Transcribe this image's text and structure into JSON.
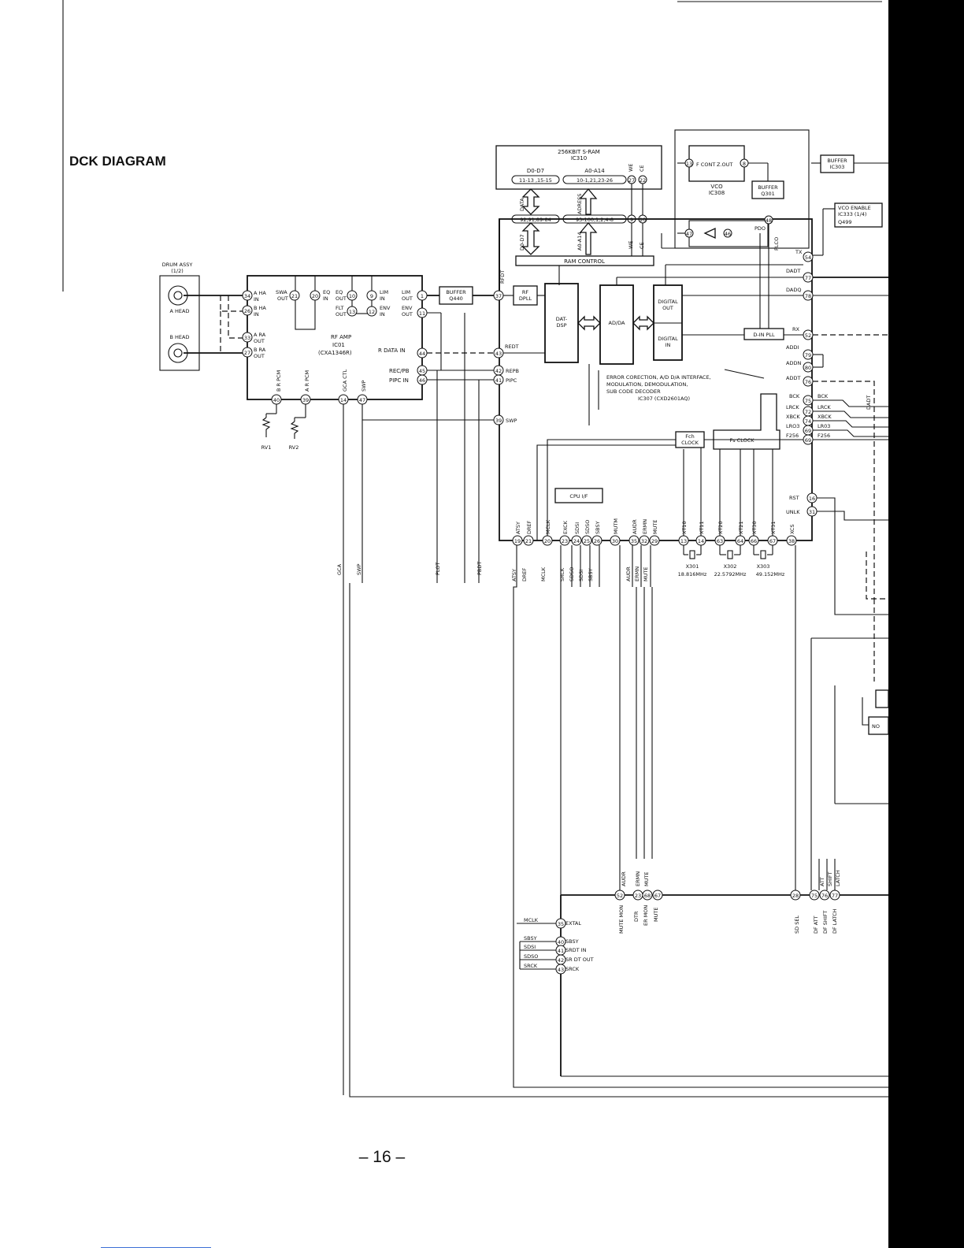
{
  "title": "DCK DIAGRAM",
  "page_number": "– 16 –",
  "blocks": {
    "sram": {
      "name": "256KBIT  S-RAM",
      "ic": "IC310",
      "data": "D0-D7",
      "data_pins": "11-13 ,15-15",
      "addr": "A0-A14",
      "addr_pins": "10-1,21,23-26",
      "we": "WE",
      "ce": "CE",
      "we_pin": "27",
      "ce_pin": "22"
    },
    "vco": {
      "name": "VCO",
      "ic": "IC308",
      "fcont": "F CONT",
      "zout": "Z.OUT",
      "pin_fc": "13",
      "pin_z": "8"
    },
    "buffer_q301": {
      "name": "BUFFER",
      "ic": "Q301"
    },
    "buffer_ic303": {
      "name": "BUFFER",
      "ic": "IC303"
    },
    "vco_enable": {
      "name": "VCO ENABLE",
      "ic": "IC333 (1/4)",
      "q": "Q499"
    },
    "ram_control": {
      "name": "RAM  CONTROL"
    },
    "drum": {
      "name": "DRUM ASSY",
      "sub": "(1/2)",
      "a_head": "A HEAD",
      "b_head": "B HEAD"
    },
    "rf_amp": {
      "name": "RF  AMP",
      "ic": "IC01",
      "part": "(CXA1346R)"
    },
    "buffer_q440": {
      "name": "BUFFER",
      "ic": "Q440"
    },
    "rf_dpll": {
      "name": "RF",
      "sub": "DPLL"
    },
    "dat_dsp": {
      "name": "DAT-",
      "sub": "DSP"
    },
    "ad_da": {
      "name": "AD/DA"
    },
    "digital_out": {
      "name": "DIGITAL",
      "sub": "OUT"
    },
    "digital_in": {
      "name": "DIGITAL",
      "sub": "IN"
    },
    "d_in_pll": {
      "name": "D-IN  PLL"
    },
    "main_ic": {
      "line1": "ERROR  CORECTION, A/D D/A  INTERFACE,",
      "line2": "MODULATION, DEMODULATION,",
      "line3": "SUB  CODE  DECODER",
      "line4": "IC307 (CXD2601AQ)"
    },
    "fch_clock": {
      "name": "Fch",
      "sub": "CLOCK"
    },
    "fs_clock": {
      "name": "Fs  CLOCK"
    },
    "cpu_if": {
      "name": "CPU  I/F"
    }
  },
  "crystals": [
    {
      "name": "X301",
      "freq": "18.816MHz"
    },
    {
      "name": "X302",
      "freq": "22.5792MHz"
    },
    {
      "name": "X303",
      "freq": "49.152MHz"
    }
  ],
  "labels": {
    "aha_in": "A HA",
    "in": "IN",
    "bha_in": "B HA",
    "ara_out": "A RA",
    "out": "OUT",
    "bra_out": "B RA",
    "swa_out": "SWA",
    "eq_in": "EQ",
    "eq_out": "EQ",
    "flt_out": "FLT",
    "lim_in": "LIM",
    "env_in": "ENV",
    "lim_out": "LIM",
    "env_out": "ENV",
    "r_data_in": "R DATA  IN",
    "rec_pb": "REC/PB",
    "pipc_in": "PIPC  IN",
    "b_r_pcm": "B R PCM",
    "a_r_pcm": "A R PCM",
    "gca_ctl": "GCA CTL",
    "swp": "SWP",
    "rv1": "RV1",
    "rv2": "RV2",
    "rfdt": "RFDT",
    "redt": "REDT",
    "repb": "REPB",
    "pipc": "PIPC",
    "swp2": "SWP",
    "data": "DATA",
    "adress": "ADRESS",
    "d0d7": "D0-D7",
    "a0a14": "A0-A14",
    "we": "WE",
    "ce": "CE",
    "dsp_data_pins": "92,91,89-84",
    "dsp_addr_pins": "93-100,1,2,4-8",
    "pdo": "PDO",
    "plco": "PLCO",
    "tx": "TX",
    "dadt": "DADT",
    "dadq": "DADQ",
    "rx": "RX",
    "addi": "ADDI",
    "addn": "ADDN",
    "addt": "ADDT",
    "bck": "BCK",
    "lrck": "LRCK",
    "xbck": "XBCK",
    "lro3": "LRO3",
    "f256": "F256",
    "bck2": "BCK",
    "lrck2": "LRCK",
    "xbck2": "XBCK",
    "lro32": "LR03",
    "f2562": "F256",
    "rst": "RST",
    "unlk": "UNLK",
    "atsy": "ATSY",
    "dref": "DREF",
    "mclk": "MCLK",
    "exck": "EXCK",
    "sdsi": "SDSI",
    "sdso": "SDSO",
    "sbsy": "SBSY",
    "mutm": "MUTM",
    "audr": "AUDR",
    "ermn": "ERMN",
    "mute": "MUTE",
    "xt10": "XT10",
    "xt11": "XT11",
    "xt20": "XT20",
    "xt21": "XT21",
    "xt30": "XT30",
    "xt31": "XT31",
    "xcs": "XCS",
    "gca": "GCA",
    "swp3": "SWP",
    "plot": "PLOT",
    "pbdt": "PBDT",
    "atsy2": "ATSY",
    "dref2": "DREF",
    "mclk2": "MCLK",
    "srck": "SRCK",
    "sdso2": "SDSO",
    "sdsi2": "SDSI",
    "sbsy2": "SBSY",
    "audr2": "AUDR",
    "ermn2": "ERMN",
    "mute2": "MUTE",
    "dadt2": "DADT",
    "mute_mon": "MUTE MON",
    "dtr": "DTR",
    "er_mon": "ER MON",
    "mute3": "MUTE",
    "audr3": "AUDR",
    "ermn3": "ERMN",
    "mute4": "MUTE",
    "sd_sel": "SD SEL",
    "att": "ATT",
    "shift": "SHIFT",
    "latch": "LATCH",
    "df_att": "DF ATT",
    "df_shift": "DF SHIFT",
    "df_latch": "DF LATCH",
    "mclk3": "MCLK",
    "sbsy3": "SBSY",
    "sdsi3": "SDSI",
    "sdso3": "SDSO",
    "srck3": "SRCK",
    "extal": "EXTAL",
    "sbsy_r": "SBSY",
    "srdt_in": "SRDT  IN",
    "sr_dt_out": "SR  DT  OUT",
    "srck_r": "SRCK",
    "no": "NO"
  },
  "pins": {
    "rf": [
      "34",
      "26",
      "33",
      "27",
      "21",
      "20",
      "10",
      "13",
      "9",
      "12",
      "1",
      "11",
      "44",
      "45",
      "46",
      "40",
      "39",
      "14",
      "47"
    ],
    "dsp": [
      "37",
      "43",
      "42",
      "41",
      "39"
    ],
    "top": [
      "9",
      "10",
      "47",
      "46",
      "48"
    ],
    "right": [
      "54",
      "77",
      "78",
      "52",
      "79",
      "80",
      "76",
      "75",
      "72",
      "74",
      "69",
      "69",
      "16",
      "31"
    ],
    "bottom": [
      "19",
      "21",
      "20",
      "23",
      "24",
      "25",
      "26",
      "30",
      "35",
      "32",
      "29",
      "13",
      "14",
      "63",
      "64",
      "66",
      "67",
      "38"
    ],
    "lower": [
      "52",
      "23",
      "68",
      "67",
      "28",
      "75",
      "76",
      "77",
      "35",
      "40",
      "41",
      "42",
      "43"
    ]
  }
}
